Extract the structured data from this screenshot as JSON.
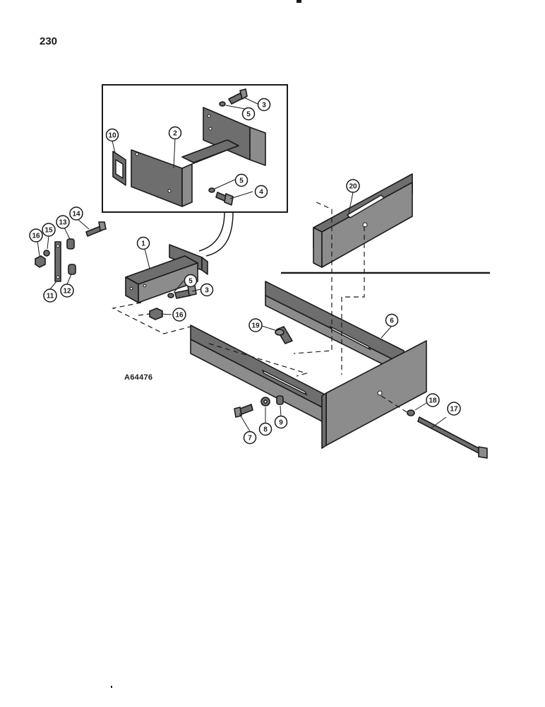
{
  "page": {
    "number": "230"
  },
  "figure": {
    "drawing_id": "A64476"
  },
  "callouts": [
    {
      "key": "c1",
      "label": "1"
    },
    {
      "key": "c2",
      "label": "2"
    },
    {
      "key": "c3a",
      "label": "3"
    },
    {
      "key": "c3b",
      "label": "3"
    },
    {
      "key": "c4",
      "label": "4"
    },
    {
      "key": "c5a",
      "label": "5"
    },
    {
      "key": "c5b",
      "label": "5"
    },
    {
      "key": "c5c",
      "label": "5"
    },
    {
      "key": "c6",
      "label": "6"
    },
    {
      "key": "c7",
      "label": "7"
    },
    {
      "key": "c8",
      "label": "8"
    },
    {
      "key": "c9",
      "label": "9"
    },
    {
      "key": "c10",
      "label": "10"
    },
    {
      "key": "c11",
      "label": "11"
    },
    {
      "key": "c12",
      "label": "12"
    },
    {
      "key": "c13",
      "label": "13"
    },
    {
      "key": "c14",
      "label": "14"
    },
    {
      "key": "c15",
      "label": "15"
    },
    {
      "key": "c16a",
      "label": "16"
    },
    {
      "key": "c16b",
      "label": "16"
    },
    {
      "key": "c17",
      "label": "17"
    },
    {
      "key": "c18",
      "label": "18"
    },
    {
      "key": "c19",
      "label": "19"
    },
    {
      "key": "c20",
      "label": "20"
    }
  ]
}
